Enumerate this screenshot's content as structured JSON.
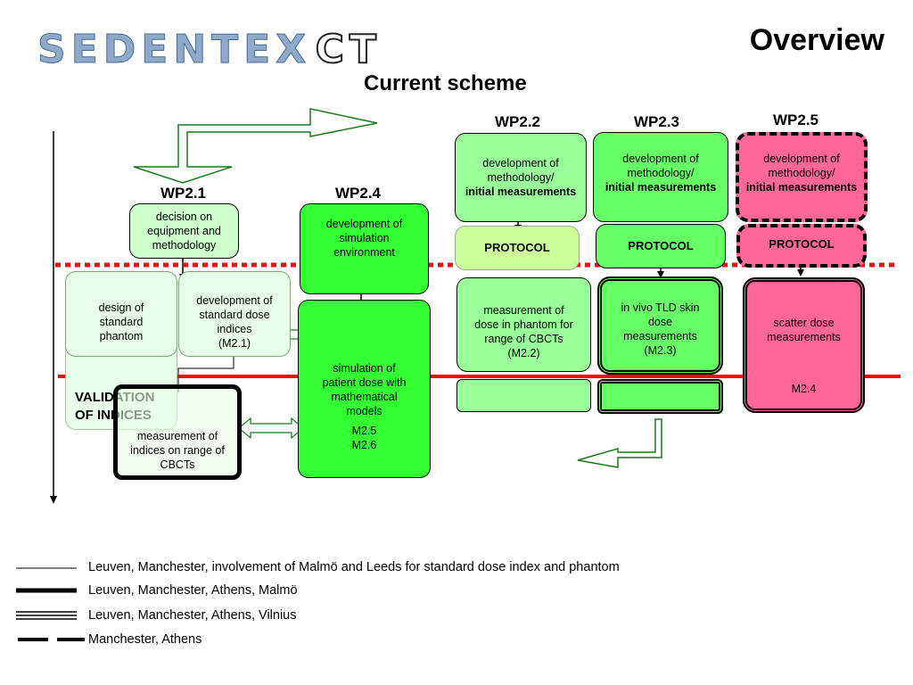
{
  "logo": {
    "part1": "SEDENTEX",
    "part2": "CT"
  },
  "title": "Overview",
  "subtitle": "Current scheme",
  "wp_labels": {
    "wp21": "WP2.1",
    "wp22": "WP2.2",
    "wp23": "WP2.3",
    "wp24": "WP2.4",
    "wp25": "WP2.5"
  },
  "wp21": {
    "decision": "decision on equipment and methodology",
    "design": "design of standard phantom",
    "devdose": "development of standard dose indices",
    "devdose_code": "(M2.1)",
    "validation": "VALIDATION OF INDICES",
    "measurement": "measurement of indices on range of CBCTs"
  },
  "wp24": {
    "dev": "development of simulation environment",
    "sim": "simulation of patient dose with mathematical models",
    "codes": "M2.5",
    "codes2": "M2.6"
  },
  "wp22": {
    "dev_line1": "development of methodology/",
    "dev_line2": "initial measurements",
    "protocol": "PROTOCOL",
    "measure": "measurement of dose in phantom for range of CBCTs (M2.2)"
  },
  "wp23": {
    "dev_line1": "development of methodology/",
    "dev_line2": "initial measurements",
    "protocol": "PROTOCOL",
    "measure": "in vivo TLD skin dose measurements (M2.3)"
  },
  "wp25": {
    "dev_line1": "development of methodology/",
    "dev_line2": "initial measurements",
    "protocol": "PROTOCOL",
    "measure": "scatter dose measurements",
    "code": "M2.4"
  },
  "legend": [
    {
      "style": "thin",
      "text": "Leuven, Manchester, involvement of Malmö and Leeds for standard dose index and phantom"
    },
    {
      "style": "heavy",
      "text": "Leuven, Manchester, Athens, Malmö"
    },
    {
      "style": "double",
      "text": "Leuven, Manchester, Athens, Vilnius"
    },
    {
      "style": "dashed",
      "text": "Manchester, Athens"
    }
  ],
  "colors": {
    "dotted_line": "#ee1111",
    "solid_line": "#ff0000",
    "logo_blue": "#8fa9c9",
    "pale_green": "#ccffcc",
    "mid_green": "#99ff99",
    "bright_green": "#33ff33",
    "pink": "#ff6699"
  }
}
